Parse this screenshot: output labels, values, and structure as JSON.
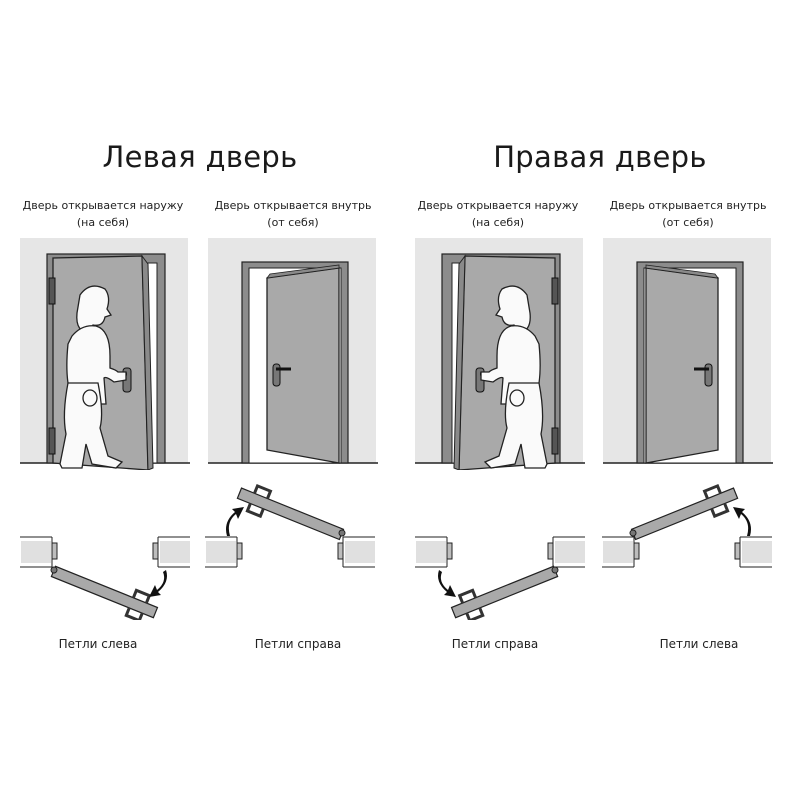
{
  "sections": [
    {
      "title": "Левая дверь",
      "panels": [
        {
          "caption_line1": "Дверь открывается наружу",
          "caption_line2": "(на себя)",
          "hinge_label": "Петли слева",
          "opening": "outward",
          "hinge_side": "left"
        },
        {
          "caption_line1": "Дверь открывается внутрь",
          "caption_line2": "(от себя)",
          "hinge_label": "Петли справа",
          "opening": "inward",
          "hinge_side": "right"
        }
      ]
    },
    {
      "title": "Правая дверь",
      "panels": [
        {
          "caption_line1": "Дверь открывается наружу",
          "caption_line2": "(на себя)",
          "hinge_label": "Петли справа",
          "opening": "outward",
          "hinge_side": "right"
        },
        {
          "caption_line1": "Дверь открывается внутрь",
          "caption_line2": "(от себя)",
          "hinge_label": "Петли слева",
          "opening": "inward",
          "hinge_side": "left"
        }
      ]
    }
  ],
  "colors": {
    "background": "#ffffff",
    "wall": "#e6e6e6",
    "door": "#a9a9a9",
    "frame": "#8c8c8c",
    "outline": "#222222",
    "arrow": "#111111"
  },
  "icons": {
    "arrow": "curved-arrow-icon",
    "person": "person-figure-icon",
    "hinge": "hinge-icon",
    "handle": "door-handle-icon"
  }
}
